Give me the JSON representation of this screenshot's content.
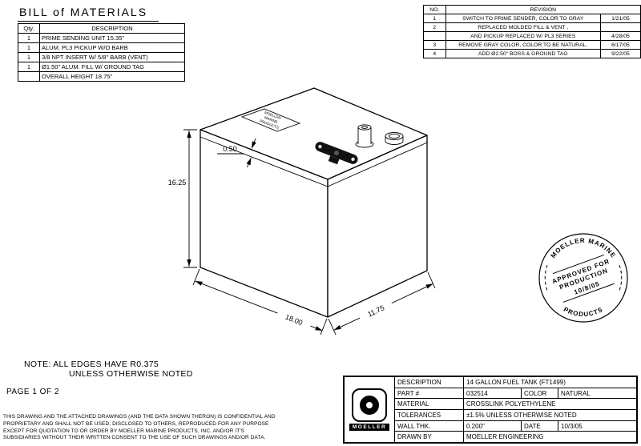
{
  "colors": {
    "ink": "#000000",
    "paper": "#ffffff"
  },
  "bom": {
    "title": "BILL of MATERIALS",
    "headers": {
      "qty": "Qty.",
      "description": "DESCRIPTION"
    },
    "rows": [
      {
        "qty": "1",
        "description": "PRIME SENDING UNIT 15.35\""
      },
      {
        "qty": "1",
        "description": "ALUM. PL3 PICKUP W/O BARB"
      },
      {
        "qty": "1",
        "description": "3/8 NPT INSERT W/ 5/8\" BARB (VENT)"
      },
      {
        "qty": "1",
        "description": "Ø1.50\" ALUM. FILL W/ GROUND TAG"
      },
      {
        "qty": "",
        "description": "OVERALL HEIGHT 18.75\""
      }
    ]
  },
  "revisions": {
    "headers": {
      "no": "NO.",
      "revision": "REVISION"
    },
    "rows": [
      {
        "no": "1",
        "revision": "SWITCH TO PRIME SENDER, COLOR TO GRAY",
        "date": "1/21/05"
      },
      {
        "no": "2",
        "revision": "REPLACED MOLDED FILL & VENT ,",
        "date": ""
      },
      {
        "no": "",
        "revision": "AND PICKUP REPLACED W/ PL3 SERIES",
        "date": "4/28/05"
      },
      {
        "no": "3",
        "revision": "REMOVE GRAY COLOR, COLOR TO BE NATURAL.",
        "date": "6/17/05"
      },
      {
        "no": "4",
        "revision": "ADD Ø2.50\" BOSS & GROUND TAG",
        "date": "9/22/05"
      }
    ]
  },
  "drawing": {
    "tank_label": [
      "MOELLER",
      "MARINE",
      "PRODUCTS"
    ],
    "dimensions": {
      "height": "16.25",
      "length": "18.00",
      "width": "11.75",
      "step": "0.50"
    }
  },
  "stamp": {
    "arc_top": "MOELLER MARINE",
    "arc_bottom": "PRODUCTS",
    "line1": "APPROVED FOR",
    "line2": "PRODUCTION",
    "date": "10/8/05"
  },
  "notes": {
    "line1": "NOTE: ALL EDGES HAVE R0.375",
    "line2": "UNLESS OTHERWISE NOTED",
    "page": "PAGE 1 OF 2"
  },
  "disclaimer": {
    "line1": "THIS DRAWING AND THE ATTACHED DRAWINGS (AND THE DATA SHOWN THERON) IS CONFIDENTIAL AND",
    "line2": "PROPRIETARY AND SHALL NOT BE USED, DISCLOSED TO OTHERS, REPRODUCED FOR ANY PURPOSE",
    "line3": "EXCEPT FOR QUOTATION TO OR ORDER BY MOELLER MARINE PRODUCTS, INC. AND/OR IT'S",
    "line4": "SUBSIDIARIES WITHOUT THEIR WRITTEN CONSENT TO THE USE OF SUCH DRAWINGS AND/OR DATA."
  },
  "title_block": {
    "logo_text": "MOELLER",
    "description_label": "DESCRIPTION",
    "description_value": "14 GALLON FUEL TANK (FT1499)",
    "part_label": "PART #",
    "part_value": "032514",
    "color_label": "COLOR",
    "color_value": "NATURAL",
    "material_label": "MATERIAL",
    "material_value": "CROSSLINK POLYETHYLENE",
    "tolerances_label": "TOLERANCES",
    "tolerances_value": "±1.5% UNLESS OTHERWISE NOTED",
    "wall_label": "WALL THK.",
    "wall_value": "0.200\"",
    "date_label": "DATE",
    "date_value": "10/3/05",
    "drawn_label": "DRAWN BY",
    "drawn_value": "MOELLER ENGINEERING"
  }
}
